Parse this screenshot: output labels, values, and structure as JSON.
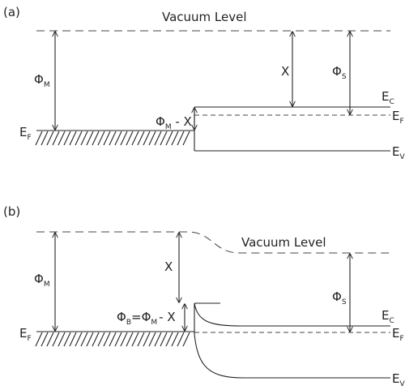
{
  "panel_a": {
    "label": "(a)",
    "vacuum_level": "Vacuum Level",
    "phi_m": {
      "main": "Φ",
      "sub": "M"
    },
    "chi": "X",
    "phi_s": {
      "main": "Φ",
      "sub": "S"
    },
    "barrier": {
      "main": "Φ",
      "sub": "M",
      "tail": " - X"
    },
    "e_c": {
      "main": "E",
      "sub": "C"
    },
    "e_f_semiconductor": {
      "main": "E",
      "sub": "F"
    },
    "e_f_metal": {
      "main": "E",
      "sub": "F"
    },
    "e_v": {
      "main": "E",
      "sub": "V"
    }
  },
  "panel_b": {
    "label": "(b)",
    "vacuum_level": "Vacuum Level",
    "phi_m": {
      "main": "Φ",
      "sub": "M"
    },
    "chi": "X",
    "phi_s": {
      "main": "Φ",
      "sub": "S"
    },
    "barrier": {
      "p1": "Φ",
      "s1": "B",
      "p2": "=Φ",
      "s2": "M",
      "p3": "- X"
    },
    "e_c": {
      "main": "E",
      "sub": "C"
    },
    "e_f_semiconductor": {
      "main": "E",
      "sub": "F"
    },
    "e_f_metal": {
      "main": "E",
      "sub": "F"
    },
    "e_v": {
      "main": "E",
      "sub": "V"
    }
  }
}
